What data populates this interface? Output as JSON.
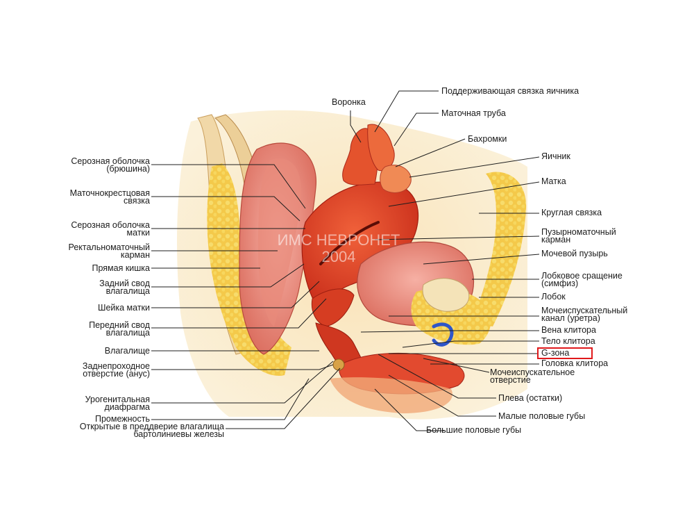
{
  "watermark": {
    "line1": "ИМС НЕВРОНЕТ",
    "line2": "2004"
  },
  "labels_left": [
    {
      "line1": "Серозная оболочка",
      "line2": "(брюшина)"
    },
    {
      "line1": "Маточнокрестцовая",
      "line2": "связка"
    },
    {
      "line1": "Серозная оболочка",
      "line2": "матки"
    },
    {
      "line1": "Ректальноматочный",
      "line2": "карман"
    },
    {
      "line1": "Прямая кишка",
      "line2": ""
    },
    {
      "line1": "Задний свод",
      "line2": "влагалища"
    },
    {
      "line1": "Шейка матки",
      "line2": ""
    },
    {
      "line1": "Передний свод",
      "line2": "влагалища"
    },
    {
      "line1": "Влагалище",
      "line2": ""
    },
    {
      "line1": "Заднепроходное",
      "line2": "отверстие (анус)"
    },
    {
      "line1": "Урогенитальная",
      "line2": "диафрагма"
    },
    {
      "line1": "Промежность",
      "line2": ""
    },
    {
      "line1": "Открытые в преддверие влагалища",
      "line2": "бартолиниевы железы"
    }
  ],
  "labels_top": [
    {
      "line1": "Воронка"
    }
  ],
  "labels_right": [
    {
      "line1": "Поддерживающая связка яичника",
      "line2": ""
    },
    {
      "line1": "Маточная труба",
      "line2": ""
    },
    {
      "line1": "Бахромки",
      "line2": ""
    },
    {
      "line1": "Яичник",
      "line2": ""
    },
    {
      "line1": "Матка",
      "line2": ""
    },
    {
      "line1": "Круглая связка",
      "line2": ""
    },
    {
      "line1": "Пузырноматочный",
      "line2": "карман"
    },
    {
      "line1": "Мочевой пузырь",
      "line2": ""
    },
    {
      "line1": "Лобковое сращение",
      "line2": "(симфиз)"
    },
    {
      "line1": "Лобок",
      "line2": ""
    },
    {
      "line1": "Мочеиспускательный",
      "line2": "канал (уретра)"
    },
    {
      "line1": "Вена клитора",
      "line2": ""
    },
    {
      "line1": "Тело клитора",
      "line2": ""
    },
    {
      "line1": "G-зона",
      "line2": ""
    },
    {
      "line1": "Головка клитора",
      "line2": ""
    },
    {
      "line1": "Мочеиспускательное",
      "line2": "отверстие"
    },
    {
      "line1": "Плева (остатки)",
      "line2": ""
    },
    {
      "line1": "Малые половые губы",
      "line2": ""
    },
    {
      "line1": "Большие половые губы",
      "line2": ""
    }
  ],
  "colors": {
    "highlight_box": "#e0191b",
    "tissue_red": "#d8341f",
    "fat_yellow": "#f2c640",
    "skin": "#f6d7a4",
    "pink": "#e98a8a"
  }
}
